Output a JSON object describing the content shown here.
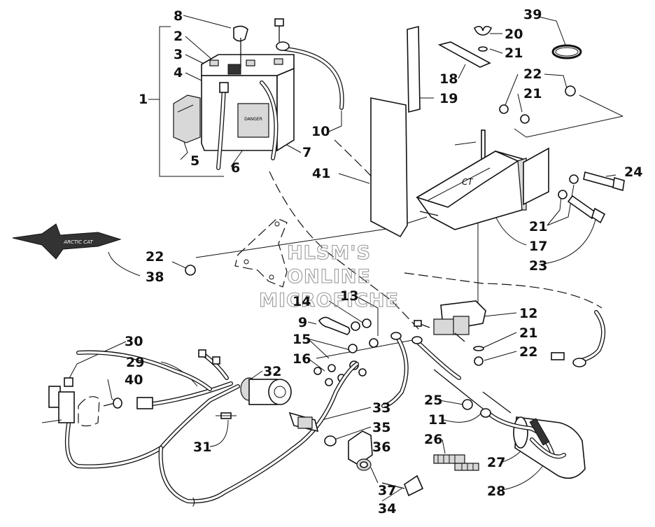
{
  "watermark": {
    "line1": "HLSM'S",
    "line2": "ONLINE",
    "line3": "MICROFICHE"
  },
  "logo": {
    "text": "ARCTIC CAT"
  },
  "battery": {
    "warning_text": "DANGER"
  },
  "callouts": [
    {
      "id": "c8",
      "text": "8"
    },
    {
      "id": "c2",
      "text": "2"
    },
    {
      "id": "c3",
      "text": "3"
    },
    {
      "id": "c4",
      "text": "4"
    },
    {
      "id": "c1",
      "text": "1"
    },
    {
      "id": "c5",
      "text": "5"
    },
    {
      "id": "c6",
      "text": "6"
    },
    {
      "id": "c7",
      "text": "7"
    },
    {
      "id": "c10",
      "text": "10"
    },
    {
      "id": "c41",
      "text": "41"
    },
    {
      "id": "c18",
      "text": "18"
    },
    {
      "id": "c19",
      "text": "19"
    },
    {
      "id": "c20",
      "text": "20"
    },
    {
      "id": "c21a",
      "text": "21"
    },
    {
      "id": "c39",
      "text": "39"
    },
    {
      "id": "c22a",
      "text": "22"
    },
    {
      "id": "c21b",
      "text": "21"
    },
    {
      "id": "c24",
      "text": "24"
    },
    {
      "id": "c21c",
      "text": "21"
    },
    {
      "id": "c17",
      "text": "17"
    },
    {
      "id": "c23",
      "text": "23"
    },
    {
      "id": "c22b",
      "text": "22"
    },
    {
      "id": "c38",
      "text": "38"
    },
    {
      "id": "c13",
      "text": "13"
    },
    {
      "id": "c14",
      "text": "14"
    },
    {
      "id": "c12",
      "text": "12"
    },
    {
      "id": "c9",
      "text": "9"
    },
    {
      "id": "c15",
      "text": "15"
    },
    {
      "id": "c16",
      "text": "16"
    },
    {
      "id": "c21d",
      "text": "21"
    },
    {
      "id": "c22c",
      "text": "22"
    },
    {
      "id": "c30",
      "text": "30"
    },
    {
      "id": "c29",
      "text": "29"
    },
    {
      "id": "c32",
      "text": "32"
    },
    {
      "id": "c40",
      "text": "40"
    },
    {
      "id": "c25",
      "text": "25"
    },
    {
      "id": "c33",
      "text": "33"
    },
    {
      "id": "c11",
      "text": "11"
    },
    {
      "id": "c31",
      "text": "31"
    },
    {
      "id": "c35",
      "text": "35"
    },
    {
      "id": "c26",
      "text": "26"
    },
    {
      "id": "c36",
      "text": "36"
    },
    {
      "id": "c27",
      "text": "27"
    },
    {
      "id": "c37",
      "text": "37"
    },
    {
      "id": "c28",
      "text": "28"
    },
    {
      "id": "c34",
      "text": "34"
    }
  ]
}
